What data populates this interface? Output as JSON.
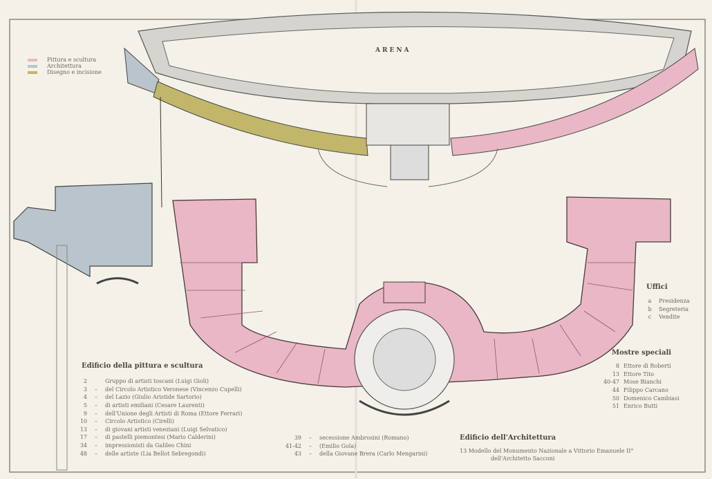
{
  "arena_label": "ARENA",
  "legend": [
    {
      "label": "Pittura e scultura",
      "color": "#e9b7c6"
    },
    {
      "label": "Architettura",
      "color": "#b9c4cc"
    },
    {
      "label": "Disegno e incisione",
      "color": "#c2b66a"
    }
  ],
  "painting_building": {
    "title": "Edificio della pittura e scultura",
    "rows": [
      {
        "num": "2",
        "sym": "",
        "text": "Gruppo di artisti toscani (Luigi Gioli)"
      },
      {
        "num": "3",
        "sym": "–",
        "text": "del Circolo Artistico Veronese (Vincenzo Cupelli)"
      },
      {
        "num": "4",
        "sym": "–",
        "text": "del Lazio (Giulio Aristide Sartorio)"
      },
      {
        "num": "5",
        "sym": "–",
        "text": "di artisti emiliani (Cesare Laurenti)"
      },
      {
        "num": "9",
        "sym": "–",
        "text": "dell'Unione degli Artisti di Roma (Ettore Ferrari)"
      },
      {
        "num": "10",
        "sym": "–",
        "text": "Circolo Artistico (Cirelli)"
      },
      {
        "num": "13",
        "sym": "–",
        "text": "di giovani artisti veneziani (Luigi Selvatico)"
      },
      {
        "num": "17",
        "sym": "–",
        "text": "di pastelli piemontesi (Mario Calderini)"
      },
      {
        "num": "34",
        "sym": "–",
        "text": "impressionisti da Galileo Chini"
      },
      {
        "num": "48",
        "sym": "–",
        "text": "delle artiste (Lia Bellot Sebregondi)"
      }
    ],
    "rows2": [
      {
        "num": "39",
        "sym": "–",
        "text": "secessione Ambrosini (Romano)"
      },
      {
        "num": "41-42",
        "sym": "–",
        "text": "(Emilio Gola)"
      },
      {
        "num": "43",
        "sym": "–",
        "text": "della Giovane Brera (Carlo Mengarini)"
      }
    ]
  },
  "architecture_building": {
    "title": "Edificio dell'Architettura",
    "lines": [
      "13 Modello del Monumento Nazionale a Vittorio Emanuele II°",
      "dell'Architetto Sacconi"
    ]
  },
  "offices": {
    "title": "Uffici",
    "rows": [
      {
        "sym": "a",
        "text": "Presidenza"
      },
      {
        "sym": "b",
        "text": "Segreteria"
      },
      {
        "sym": "c",
        "text": "Vendite"
      }
    ]
  },
  "special_shows": {
    "title": "Mostre speciali",
    "rows": [
      {
        "num": "8",
        "text": "Ettore di Roberti"
      },
      {
        "num": "13",
        "text": "Ettore Tito"
      },
      {
        "num": "40-47",
        "text": "Mose Bianchi"
      },
      {
        "num": "44",
        "text": "Filippo Carcano"
      },
      {
        "num": "50",
        "text": "Domenico Cambiasi"
      },
      {
        "num": "51",
        "text": "Enrico Butti"
      }
    ]
  },
  "colors": {
    "paper": "#f4f1e9",
    "pink": "#e9b7c6",
    "blue": "#b9c4cc",
    "olive": "#c2b66a",
    "ink": "#4a3a3a"
  }
}
